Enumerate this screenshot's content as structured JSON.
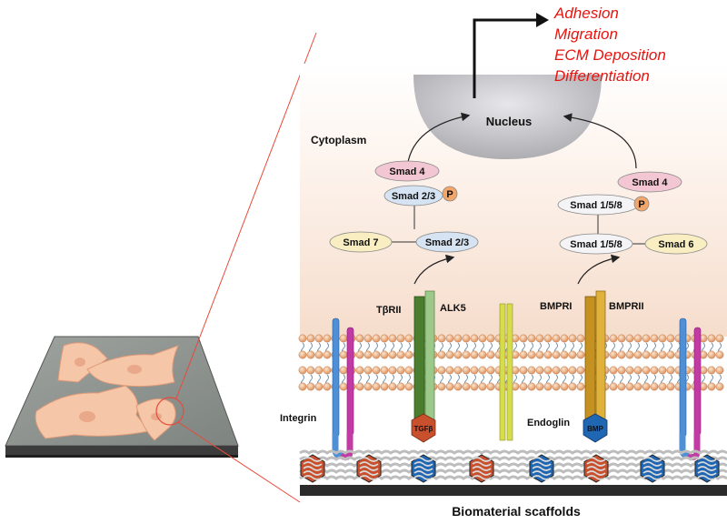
{
  "outcomes": [
    "Adhesion",
    "Migration",
    "ECM Deposition",
    "Differentiation"
  ],
  "nucleus": "Nucleus",
  "cytoplasm": "Cytoplasm",
  "left_pathway": {
    "smad4": "Smad 4",
    "smad23_p": "Smad 2/3",
    "smad23": "Smad 2/3",
    "smad7": "Smad 7",
    "receptor_1": "TβRII",
    "receptor_2": "ALK5",
    "ligand": "TGFβ"
  },
  "right_pathway": {
    "smad4": "Smad 4",
    "smad158_p": "Smad 1/5/8",
    "smad158": "Smad 1/5/8",
    "smad6": "Smad 6",
    "receptor_1": "BMPRI",
    "receptor_2": "BMPRII",
    "ligand": "BMP"
  },
  "phospho": "P",
  "integrin": "Integrin",
  "endoglin": "Endoglin",
  "scaffold_label": "Biomaterial scaffolds",
  "colors": {
    "outcome_text": "#e8140f",
    "smad4": "#f3c6d3",
    "smad_active": "#d6e3f2",
    "smad_inhibitory": "#f8eec2",
    "phospho": "#f2a66a",
    "tgfb": "#c9502c",
    "bmp": "#1f66b3",
    "alk5": "#9cc98a",
    "tbrii": "#4b7d2e",
    "bmpri": "#c59120",
    "bmprii": "#e0b23c",
    "endoglin": "#d6dc4a",
    "integrin_blue": "#4e8fd6",
    "integrin_pink": "#c23aa3"
  }
}
